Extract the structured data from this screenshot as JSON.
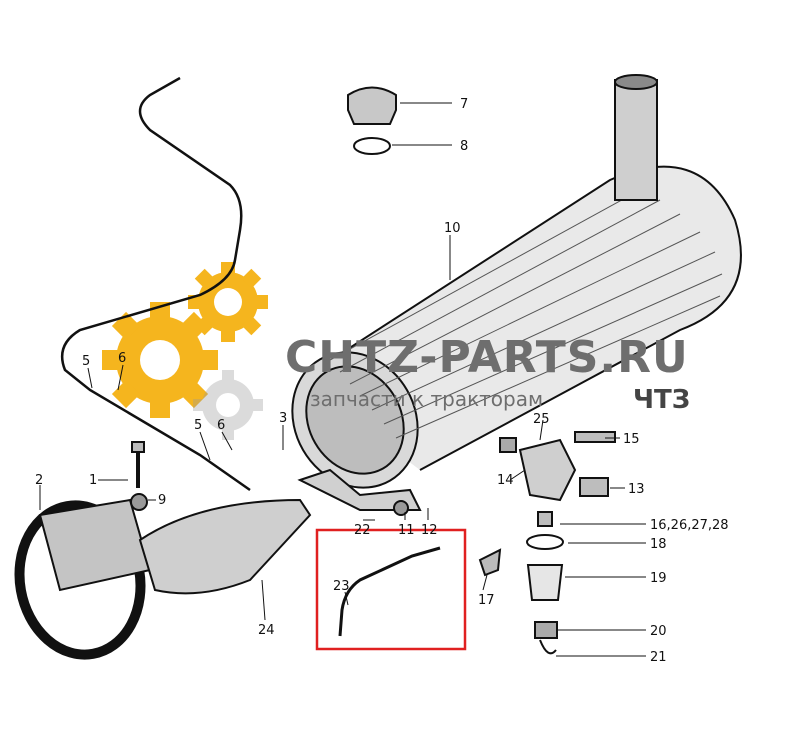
{
  "watermark": {
    "title": "CHTZ-PARTS.RU",
    "subtitle": "запчасти к тракторам",
    "brand": "ЧТЗ",
    "gear_color": "#f5b51e"
  },
  "highlight_color": "#e02020",
  "callouts": [
    "1",
    "2",
    "3",
    "5",
    "6",
    "5",
    "6",
    "7",
    "8",
    "9",
    "10",
    "11",
    "12",
    "13",
    "14",
    "15",
    "16,26,27,28",
    "17",
    "18",
    "19",
    "20",
    "21",
    "22",
    "23",
    "24",
    "25"
  ]
}
